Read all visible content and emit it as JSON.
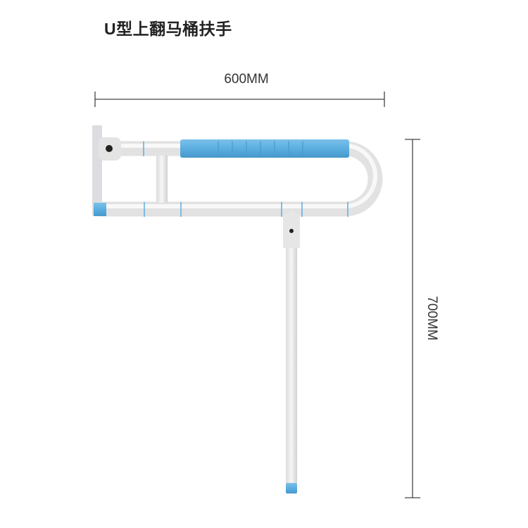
{
  "title": "U型上翻马桶扶手",
  "dimensions": {
    "width_label": "600MM",
    "height_label": "700MM"
  },
  "colors": {
    "accent": "#5aaee0",
    "tube": "#ececec",
    "line": "#444444"
  }
}
